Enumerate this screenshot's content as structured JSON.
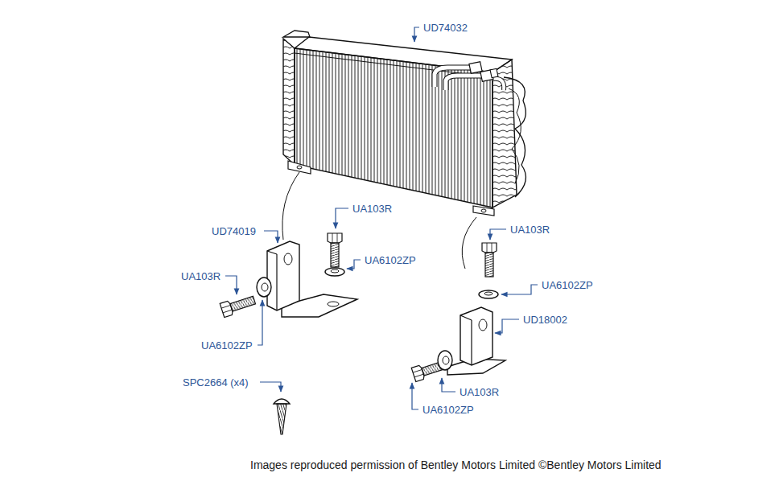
{
  "diagram": {
    "labels": [
      "UD74032",
      "UA103R",
      "UD74019",
      "UA6102ZP",
      "UA103R",
      "UA103R",
      "UA6102ZP",
      "UD18002",
      "UA6102ZP",
      "UA103R",
      "SPC2664 (x4)",
      "UA6102ZP",
      "Images reproduced permission of Bentley Motors Limited ©Bentley Motors Limited"
    ]
  }
}
